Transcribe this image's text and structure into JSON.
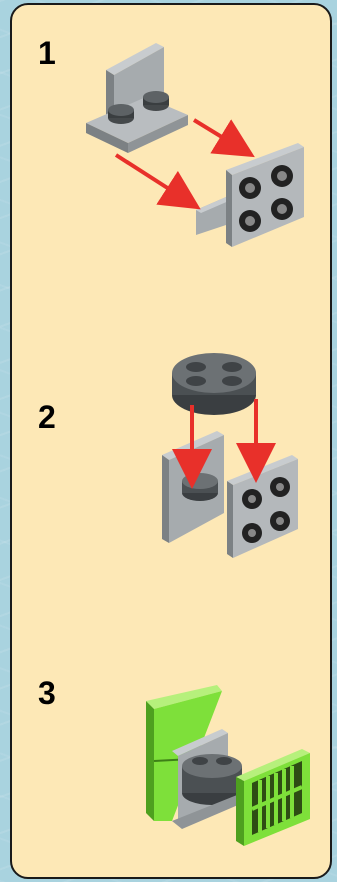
{
  "steps": [
    {
      "number": "1"
    },
    {
      "number": "2"
    },
    {
      "number": "3"
    }
  ],
  "colors": {
    "panel": "#fde8b6",
    "background": "#a9d3df",
    "arrow": "#e8302a",
    "light_gray": "#9ea3a6",
    "dark_gray": "#4b5053",
    "lime": "#7ee03a"
  },
  "parts": {
    "step1": [
      "light-gray-bracket",
      "light-gray-bracket-2x2"
    ],
    "step2": [
      "dark-gray-round-plate-2x2",
      "bracket-assembly"
    ],
    "step3": [
      "lime-wedge-slope",
      "lime-grille-tile"
    ]
  }
}
